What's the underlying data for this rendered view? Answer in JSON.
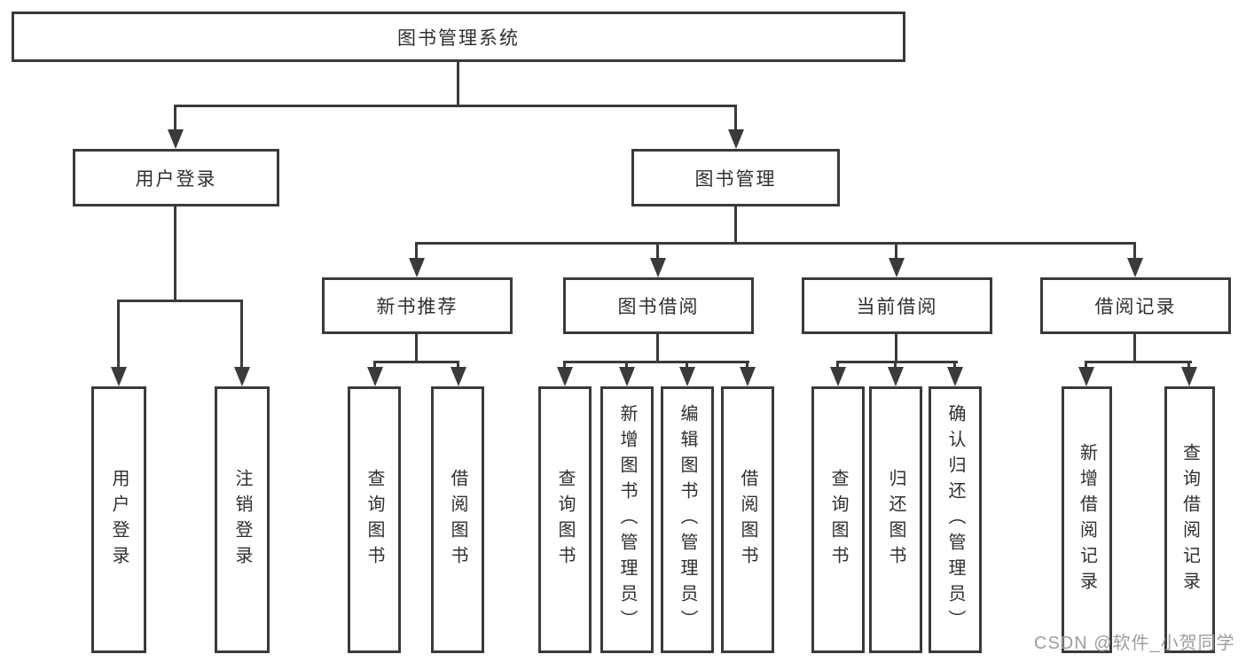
{
  "diagram": {
    "root": "图书管理系统",
    "l2": [
      "用户登录",
      "图书管理"
    ],
    "l3": [
      "新书推荐",
      "图书借阅",
      "当前借阅",
      "借阅记录"
    ],
    "leaves_user": [
      "用户登录",
      "注销登录"
    ],
    "leaves_newbook": [
      "查询图书",
      "借阅图书"
    ],
    "leaves_borrow": [
      "查询图书",
      "新增图书（管理员）",
      "编辑图书（管理员）",
      "借阅图书"
    ],
    "leaves_current": [
      "查询图书",
      "归还图书",
      "确认归还（管理员）"
    ],
    "leaves_history": [
      "新增借阅记录",
      "查询借阅记录"
    ]
  },
  "watermark": "CSDN @软件_小贺同学",
  "colors": {
    "line": "#3a3a3a",
    "box_fill": "#ffffff",
    "watermark": "#9e9e9e"
  }
}
